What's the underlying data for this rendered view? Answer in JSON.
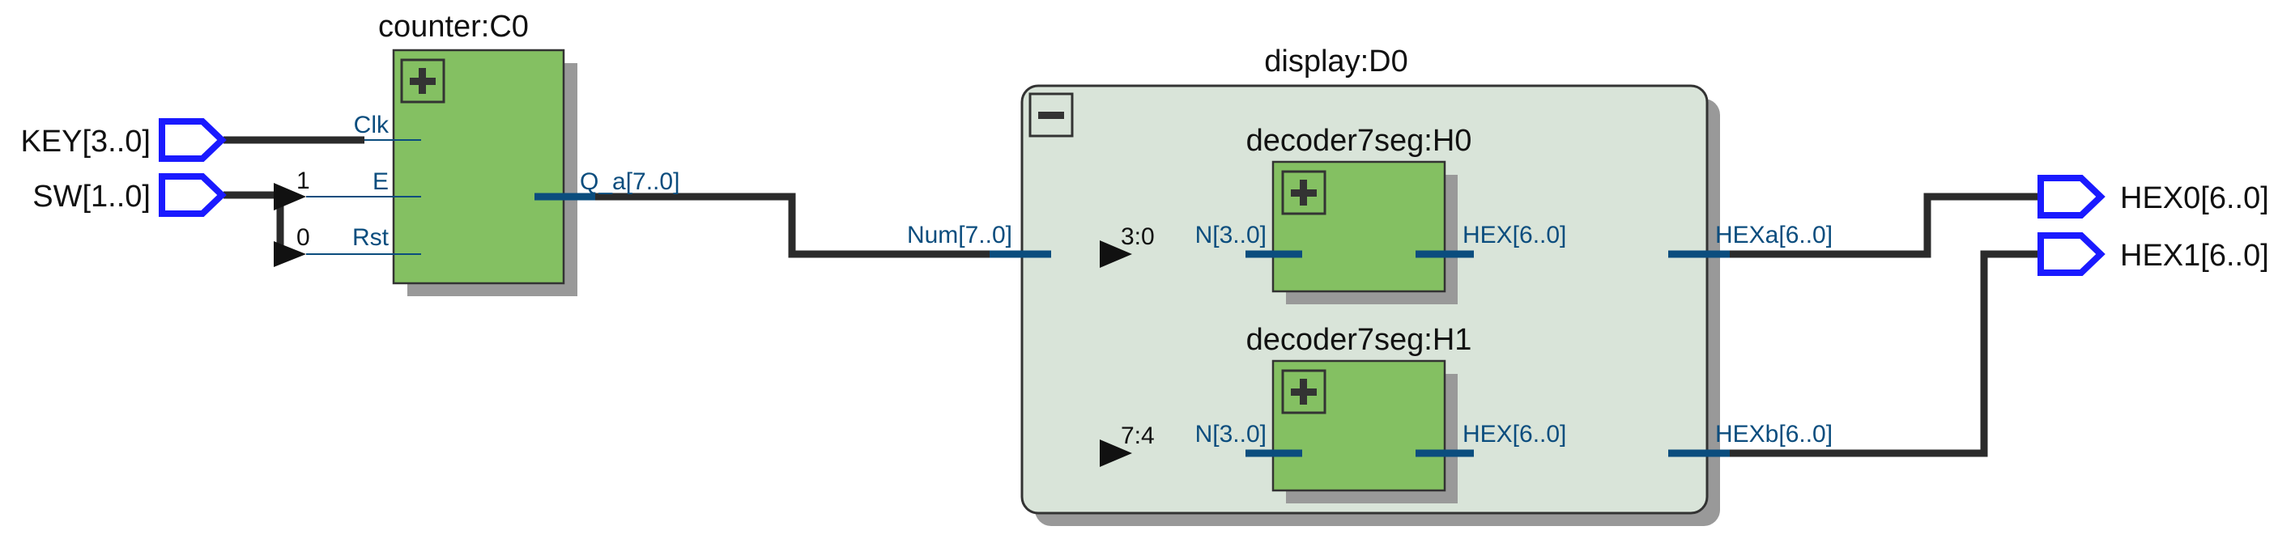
{
  "inputs": [
    {
      "label": "KEY[3..0]"
    },
    {
      "label": "SW[1..0]"
    }
  ],
  "outputs": [
    {
      "label": "HEX0[6..0]"
    },
    {
      "label": "HEX1[6..0]"
    }
  ],
  "counter": {
    "title": "counter:C0",
    "expand_symbol": "+",
    "ports": {
      "clk": "Clk",
      "e": "E",
      "rst": "Rst",
      "q": "Q_a[7..0]"
    },
    "bit_labels": {
      "e_bit": "1",
      "rst_bit": "0"
    }
  },
  "display": {
    "title": "display:D0",
    "collapse_symbol": "−",
    "num_port": "Num[7..0]",
    "split_labels": {
      "low": "3:0",
      "high": "7:4"
    },
    "hexa": "HEXa[6..0]",
    "hexb": "HEXb[6..0]",
    "decoders": [
      {
        "title": "decoder7seg:H0",
        "in_port": "N[3..0]",
        "out_port": "HEX[6..0]",
        "expand_symbol": "+"
      },
      {
        "title": "decoder7seg:H1",
        "in_port": "N[3..0]",
        "out_port": "HEX[6..0]",
        "expand_symbol": "+"
      }
    ]
  },
  "colors": {
    "block_fill": "#84c062",
    "container_fill": "#d9e4d9",
    "io_pin": "#1a1aff",
    "port_text": "#0b4d7e",
    "wire": "#2b2b2b"
  }
}
